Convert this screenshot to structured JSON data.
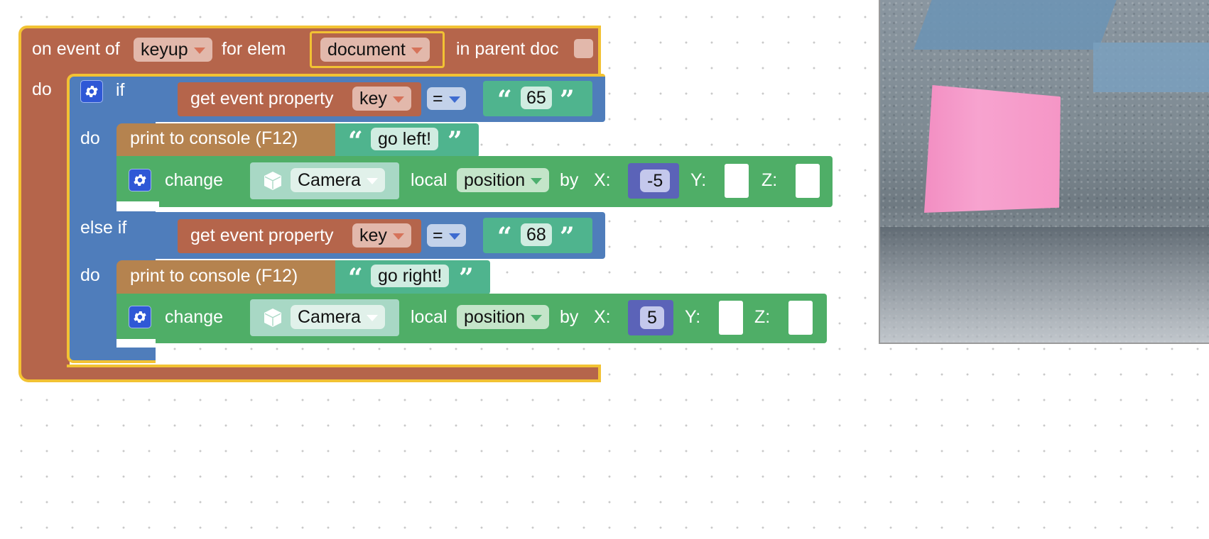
{
  "event_block": {
    "prefix": "on event of",
    "event_name": "keyup",
    "mid": "for elem",
    "element": "document",
    "suffix": "in parent doc",
    "do_label": "do"
  },
  "if_block": {
    "if_label": "if",
    "do_label": "do",
    "else_if_label": "else if"
  },
  "branches": [
    {
      "get_prop_label": "get event property",
      "prop_name": "key",
      "operator": "=",
      "compare_value": "65",
      "print_label": "print to console (F12)",
      "print_text": "go left!",
      "change_label": "change",
      "object": "Camera",
      "space": "local",
      "property": "position",
      "by_label": "by",
      "x_label": "X:",
      "x_value": "-5",
      "y_label": "Y:",
      "z_label": "Z:"
    },
    {
      "get_prop_label": "get event property",
      "prop_name": "key",
      "operator": "=",
      "compare_value": "68",
      "print_label": "print to console (F12)",
      "print_text": "go right!",
      "change_label": "change",
      "object": "Camera",
      "space": "local",
      "property": "position",
      "by_label": "by",
      "x_label": "X:",
      "x_value": "5",
      "y_label": "Y:",
      "z_label": "Z:"
    }
  ],
  "colors": {
    "event": "#b5654b",
    "logic": "#4f7dbb",
    "text": "#4fb48e",
    "print": "#b5834f",
    "motion": "#4fae67",
    "math": "#5b63b8",
    "highlight": "#f2c233"
  }
}
